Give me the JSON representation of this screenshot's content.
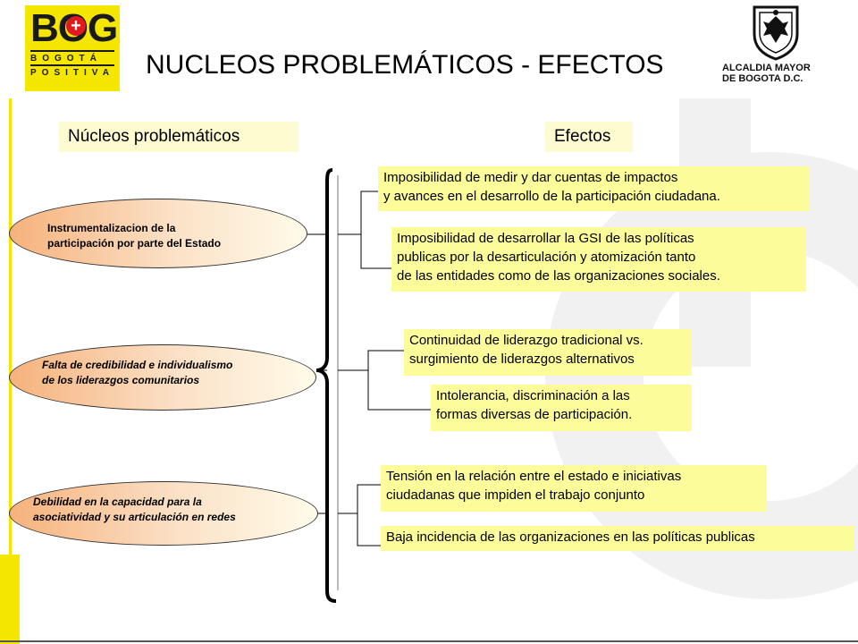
{
  "branding": {
    "logo_main": "BOG",
    "logo_plus": "+",
    "logo_line1": "BOGOTÁ",
    "logo_line2": "POSITIVA",
    "alcaldia_line1": "ALCALDIA MAYOR",
    "alcaldia_line2": "DE BOGOTA D.C."
  },
  "title": "NUCLEOS PROBLEMÁTICOS - EFECTOS",
  "headers": {
    "left": "Núcleos problemáticos",
    "right": "Efectos"
  },
  "nucleos": [
    {
      "lines": [
        "Instrumentalizacion de la",
        "participación por parte del Estado"
      ]
    },
    {
      "lines": [
        "Falta de credibilidad e individualismo",
        "de los liderazgos comunitarios"
      ]
    },
    {
      "lines": [
        "Debilidad en la capacidad para la",
        "asociatividad y  su  articulación en redes"
      ]
    }
  ],
  "efectos": [
    {
      "lines": [
        "Imposibilidad de medir y dar cuentas de impactos",
        "y avances en el desarrollo de la participación ciudadana."
      ]
    },
    {
      "lines": [
        "Imposibilidad de desarrollar la GSI de las políticas",
        "publicas por la desarticulación y atomización tanto",
        "de las entidades como de las organizaciones sociales."
      ]
    },
    {
      "lines": [
        "Continuidad de liderazgo tradicional vs.",
        "surgimiento de liderazgos alternativos"
      ]
    },
    {
      "lines": [
        "Intolerancia, discriminación a las",
        "formas diversas de participación."
      ]
    },
    {
      "lines": [
        "Tensión en la relación entre el estado e iniciativas",
        "ciudadanas que impiden el trabajo conjunto"
      ]
    },
    {
      "lines": [
        "Baja incidencia de las organizaciones en las políticas publicas"
      ]
    }
  ],
  "colors": {
    "accent_yellow": "#f5e600",
    "effect_fill": "#fdfc9a",
    "header_fill": "#fdfcd0",
    "node_gradient_start": "#f6b27c"
  },
  "icons": [
    "bogota-coat-of-arms-icon"
  ]
}
